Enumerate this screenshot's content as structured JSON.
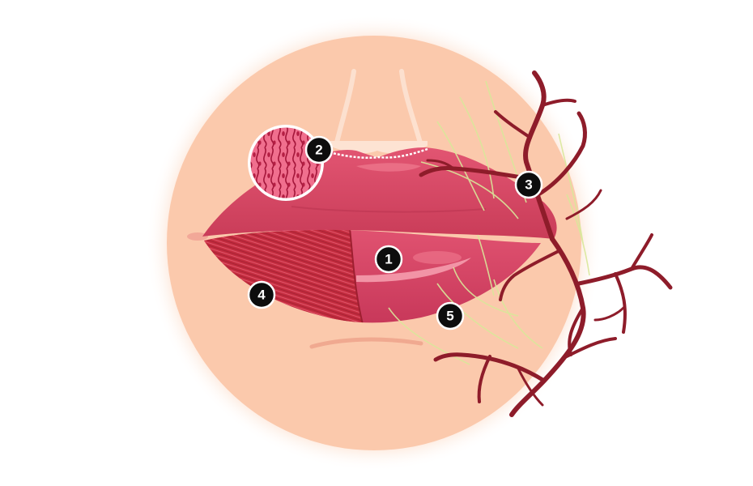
{
  "figure": {
    "subject": "lips-anatomy-illustration",
    "colors": {
      "background": "#ffffff",
      "skin": "#fbc9ac",
      "skin_glow": "#fde3d3",
      "lip": "#d63f5c",
      "lip_dark": "#b8324e",
      "lip_highlight": "#f07a90",
      "muscle": "#c42c3f",
      "vessel": "#8e1c2a",
      "nerve": "#d9e89a",
      "marker_fill": "#0d0d0d",
      "marker_text": "#ffffff"
    }
  },
  "markers": [
    {
      "id": "1",
      "label": "1",
      "target": "lip-mucosa"
    },
    {
      "id": "2",
      "label": "2",
      "target": "epithelium-closeup"
    },
    {
      "id": "3",
      "label": "3",
      "target": "blood-vessels"
    },
    {
      "id": "4",
      "label": "4",
      "target": "orbicularis-muscle"
    },
    {
      "id": "5",
      "label": "5",
      "target": "nerves"
    }
  ]
}
